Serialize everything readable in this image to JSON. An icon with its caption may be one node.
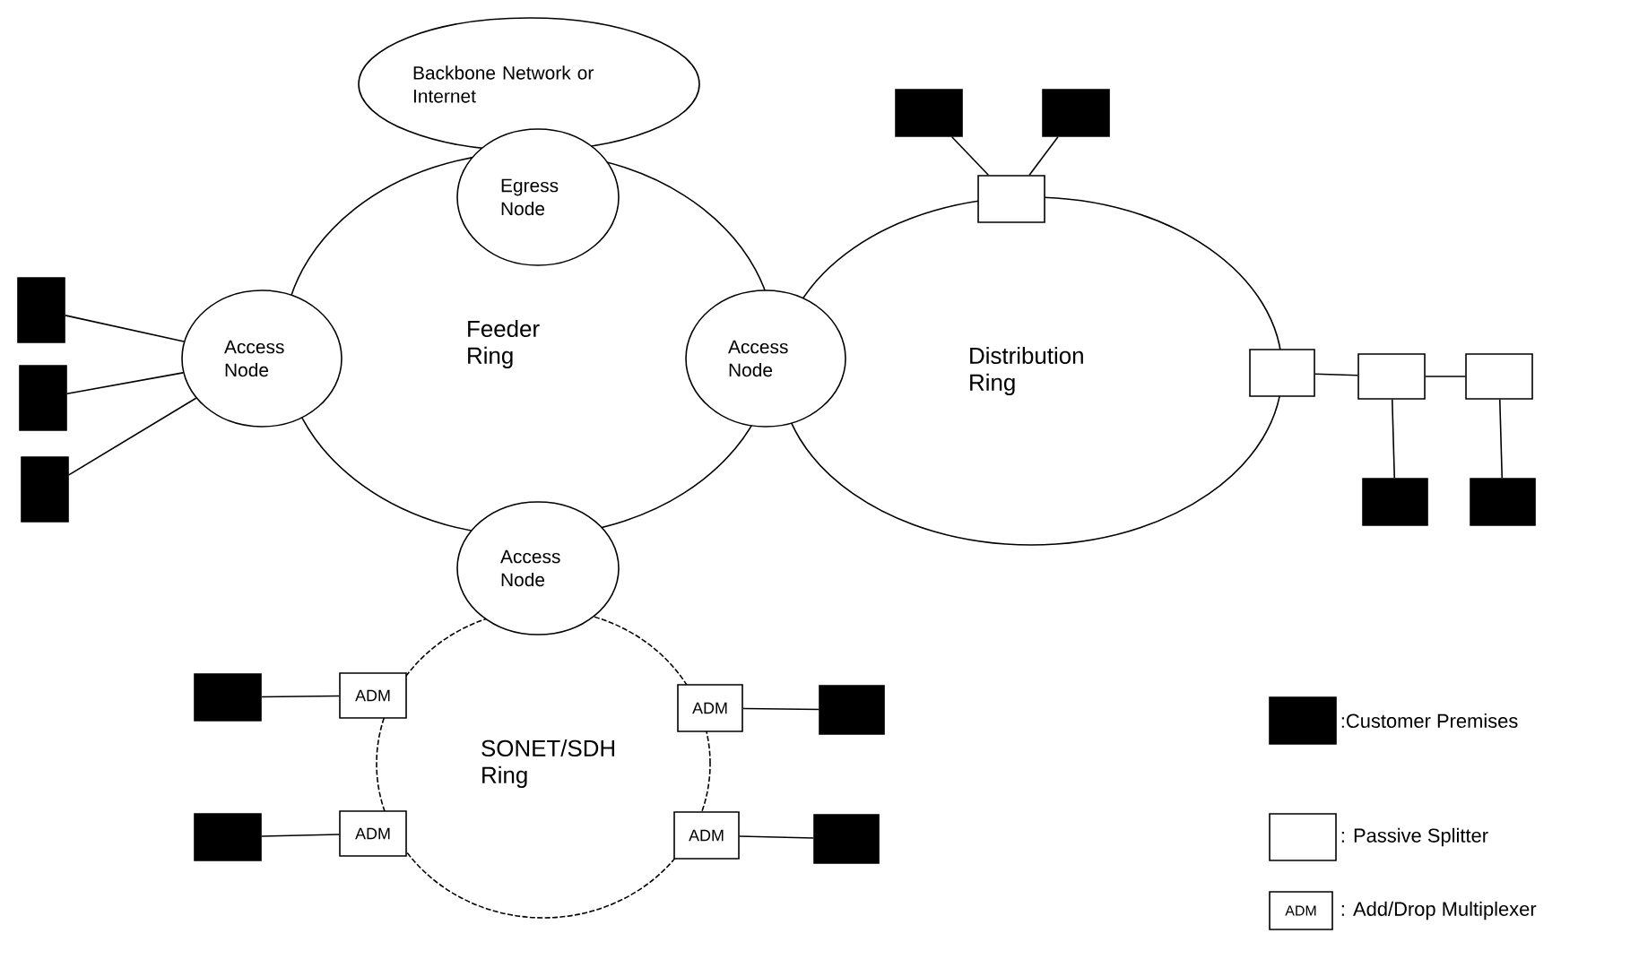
{
  "diagram": {
    "nodes": [
      {
        "text": [
          "Backbone Network or Internet"
        ]
      },
      {
        "text": [
          "Feeder Ring"
        ]
      },
      {
        "text": [
          "Egress Node"
        ]
      },
      {
        "text": [
          "Access Node"
        ]
      },
      {
        "text": [
          "Access Node"
        ]
      },
      {
        "text": [
          "Distribution Ring"
        ]
      },
      {
        "text": [
          "Access Node"
        ]
      },
      {
        "text": [
          "SONET/SDH Ring"
        ]
      },
      {
        "text": [
          "ADM"
        ]
      },
      {
        "text": [
          "ADM"
        ]
      },
      {
        "text": [
          "ADM"
        ]
      },
      {
        "text": [
          "ADM"
        ]
      },
      {
        "text": [],
        "shape": "box"
      },
      {
        "text": [],
        "shape": "box"
      },
      {
        "text": [],
        "shape": "box"
      },
      {
        "text": [],
        "shape": "box"
      },
      {
        "text": [],
        "shape": "bar"
      },
      {
        "text": [],
        "shape": "bar"
      },
      {
        "text": [],
        "shape": "bar"
      },
      {
        "text": [],
        "shape": "bar"
      },
      {
        "text": [],
        "shape": "bar"
      },
      {
        "text": [],
        "shape": "bar"
      },
      {
        "text": [],
        "shape": "bar"
      },
      {
        "text": [],
        "shape": "bar"
      },
      {
        "text": [],
        "shape": "bar"
      },
      {
        "text": [],
        "shape": "bar"
      },
      {
        "text": [],
        "shape": "bar"
      }
    ],
    "edges": [
      {
        "from": 16,
        "to": 3,
        "arrow": "none"
      },
      {
        "from": 17,
        "to": 3,
        "arrow": "none"
      },
      {
        "from": 18,
        "to": 3,
        "arrow": "none"
      },
      {
        "from": 19,
        "to": 12,
        "arrow": "none"
      },
      {
        "from": 20,
        "to": 12,
        "arrow": "none"
      },
      {
        "from": 13,
        "to": 14,
        "arrow": "none"
      },
      {
        "from": 14,
        "to": 15,
        "arrow": "none"
      },
      {
        "from": 14,
        "to": 21,
        "arrow": "none"
      },
      {
        "from": 15,
        "to": 22,
        "arrow": "none"
      },
      {
        "from": 23,
        "to": 8,
        "arrow": "none"
      },
      {
        "from": 24,
        "to": 9,
        "arrow": "none"
      },
      {
        "from": 10,
        "to": 25,
        "arrow": "none"
      },
      {
        "from": 11,
        "to": 26,
        "arrow": "none"
      }
    ],
    "labels": [
      "ADM"
    ],
    "legend": [
      {
        "text": ":Customer Premises",
        "color": "#000000"
      },
      {
        "text": ": Passive Splitter"
      },
      {
        "text": ": Add/Drop Multiplexer"
      }
    ]
  }
}
